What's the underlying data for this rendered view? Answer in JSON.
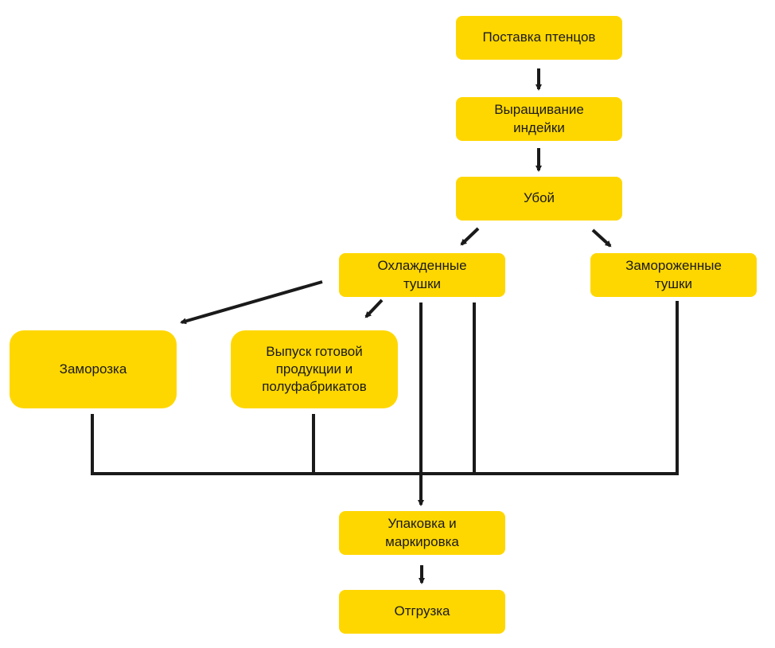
{
  "diagram": {
    "colors": {
      "node_fill": "#FFD700",
      "connector": "#1a1a1a",
      "text": "#1a1a1a"
    },
    "nodes": {
      "chick_supply": "Поставка птенцов",
      "turkey_raising": "Выращивание\nиндейки",
      "slaughter": "Убой",
      "chilled_carcasses": "Охлажденные\nтушки",
      "frozen_carcasses": "Замороженные\nтушки",
      "freezing": "Заморозка",
      "finished_products": "Выпуск готовой\nпродукции и\nполуфабрикатов",
      "packing_labeling": "Упаковка и\nмаркировка",
      "shipment": "Отгрузка"
    }
  }
}
